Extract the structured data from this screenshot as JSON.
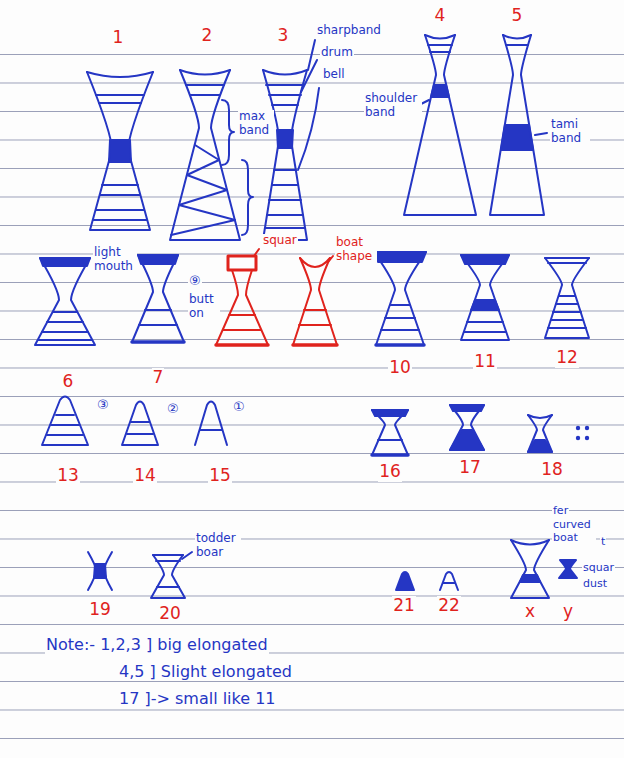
{
  "diagram": {
    "labels": [
      "1",
      "2",
      "3",
      "4",
      "5",
      "max band",
      "sharpband",
      "drum",
      "bell",
      "shoulder band",
      "tami band",
      "6",
      "light mouth",
      "7",
      "⑨",
      "butt on",
      "squar",
      "boat shape",
      "10",
      "11",
      "12",
      "13",
      "③",
      "14",
      "②",
      "15",
      "①",
      "16",
      "17",
      "18",
      "19",
      "20",
      "todder boar",
      "21",
      "22",
      "x",
      "fer",
      "curved boat",
      "t",
      "squar",
      "dust",
      "y",
      "Note:- 1,2,3 ] big elongated",
      "4,5 ] Slight elongated",
      "17 ]-> small like 11"
    ]
  }
}
